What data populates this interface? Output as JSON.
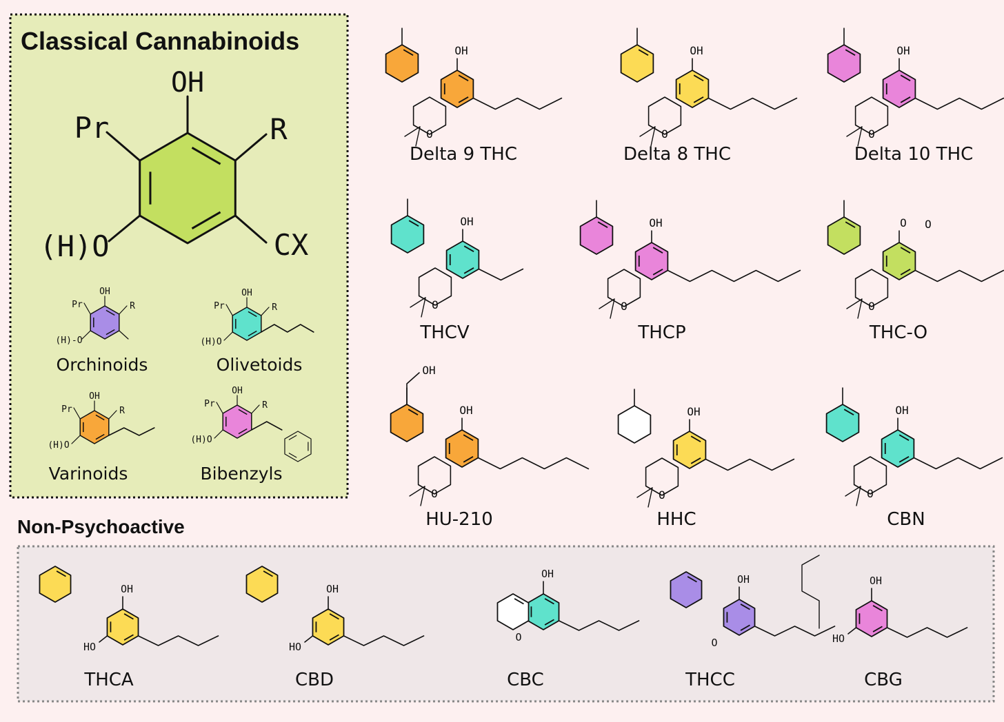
{
  "colors": {
    "background": "#fdf0f0",
    "classical_box": "#e6ecb9",
    "nonpsy_box": "#efe7e8",
    "olive": "#c3df60",
    "orange": "#f8a73a",
    "yellow": "#fcdb55",
    "pink": "#e985da",
    "teal": "#5fe2cc",
    "purple": "#a98de7",
    "white": "#ffffff"
  },
  "classical": {
    "title": "Classical Cannabinoids",
    "core": {
      "oh": "OH",
      "pr": "Pr",
      "r": "R",
      "ho": "(H)O",
      "cx": "CX"
    },
    "subclasses": [
      {
        "name": "Orchinoids",
        "color": "purple",
        "oh": "OH",
        "pr": "Pr",
        "r": "R",
        "ho": "(H)-O"
      },
      {
        "name": "Olivetoids",
        "color": "teal",
        "oh": "OH",
        "pr": "Pr",
        "r": "R",
        "ho": "(H)O"
      },
      {
        "name": "Varinoids",
        "color": "orange",
        "oh": "OH",
        "pr": "Pr",
        "r": "R",
        "ho": "(H)O"
      },
      {
        "name": "Bibenzyls",
        "color": "pink",
        "oh": "OH",
        "pr": "Pr",
        "r": "R",
        "ho": "(H)O"
      }
    ]
  },
  "compounds": [
    {
      "name": "Delta 9 THC",
      "color": "orange",
      "atoms": [
        "OH",
        "O"
      ]
    },
    {
      "name": "Delta 8 THC",
      "color": "yellow",
      "atoms": [
        "OH",
        "O"
      ]
    },
    {
      "name": "Delta 10 THC",
      "color": "pink",
      "atoms": [
        "OH",
        "O"
      ]
    },
    {
      "name": "THCV",
      "color": "teal",
      "atoms": [
        "OH",
        "O"
      ]
    },
    {
      "name": "THCP",
      "color": "pink",
      "atoms": [
        "OH",
        "O"
      ]
    },
    {
      "name": "THC-O",
      "color": "olive",
      "atoms": [
        "O",
        "O",
        "O"
      ]
    },
    {
      "name": "HU-210",
      "color": "orange",
      "atoms": [
        "OH",
        "OH",
        "O"
      ]
    },
    {
      "name": "HHC",
      "color": "yellow",
      "atoms": [
        "OH",
        "O"
      ]
    },
    {
      "name": "CBN",
      "color": "teal",
      "atoms": [
        "OH",
        "O"
      ]
    }
  ],
  "nonpsychoactive": {
    "title": "Non-Psychoactive",
    "compounds": [
      {
        "name": "THCA",
        "color": "yellow",
        "atoms": [
          "OH",
          "HO"
        ]
      },
      {
        "name": "CBD",
        "color": "yellow",
        "atoms": [
          "OH",
          "HO"
        ]
      },
      {
        "name": "CBC",
        "color": "teal",
        "atoms": [
          "OH",
          "O"
        ]
      },
      {
        "name": "THCC",
        "color": "purple",
        "atoms": [
          "OH",
          "O"
        ]
      },
      {
        "name": "CBG",
        "color": "pink",
        "atoms": [
          "OH",
          "HO"
        ]
      }
    ]
  }
}
